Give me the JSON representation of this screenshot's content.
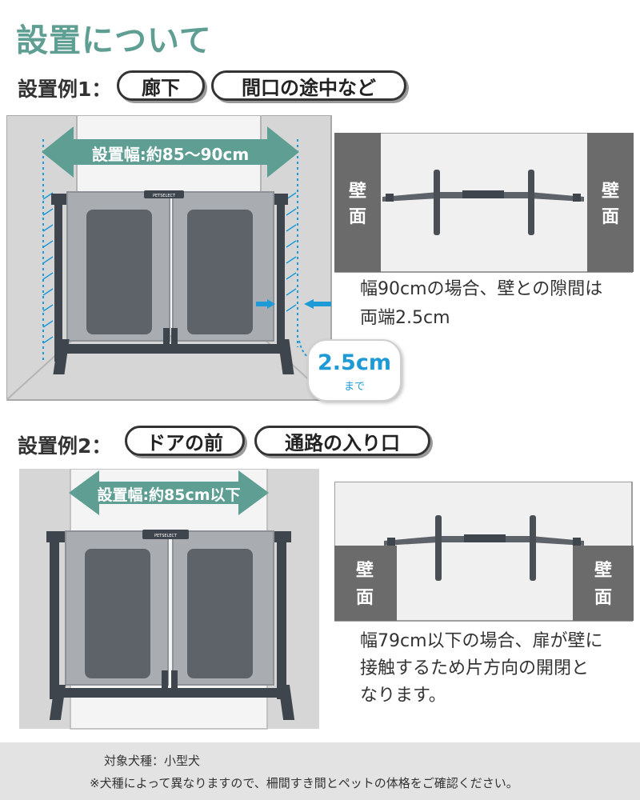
{
  "title": "設置について",
  "example1": {
    "label": "設置例1：",
    "tags": [
      "廊下",
      "間口の途中など"
    ],
    "width_label": "設置幅:約85〜90cm",
    "gap_badge_value": "2.5cm",
    "gap_badge_sub": "まで",
    "wall_left": [
      "壁",
      "面"
    ],
    "wall_right": [
      "壁",
      "面"
    ],
    "description_line1": "幅90cmの場合、壁との隙間は",
    "description_line2": "両端2.5cm"
  },
  "example2": {
    "label": "設置例2：",
    "tags": [
      "ドアの前",
      "通路の入り口"
    ],
    "width_label": "設置幅:約85cm以下",
    "wall_left": [
      "壁",
      "面"
    ],
    "wall_right": [
      "壁",
      "面"
    ],
    "description_line1": "幅79cm以下の場合、扉が壁に",
    "description_line2": "接触するため片方向の開閉と",
    "description_line3": "なります。"
  },
  "gate_brand": "PETSELECT",
  "footer": {
    "target": "対象犬種：小型犬",
    "note": "※犬種によって異なりますので、柵間すき間とペットの体格をご確認ください。"
  },
  "colors": {
    "title": "#5e9e93",
    "arrow": "#5e9e93",
    "gap_badge": "#1e9ad6",
    "gate_frame": "#3f454c",
    "gate_panel": "#a9adb2",
    "wall": "#6b6b6b"
  }
}
